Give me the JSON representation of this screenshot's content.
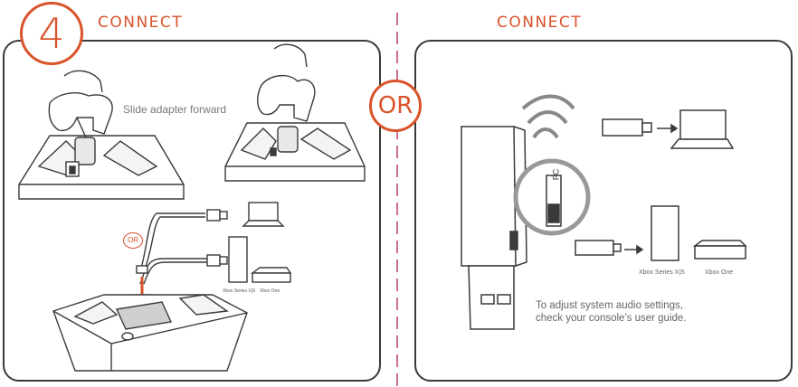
{
  "step": {
    "number": "4",
    "title": "CONNECT"
  },
  "right_title": "CONNECT",
  "or_main": "OR",
  "or_small": "OR",
  "left_panel": {
    "slide_caption": "Slide adapter forward",
    "label_series": "Xbox Series X|S",
    "label_one": "Xbox One"
  },
  "right_panel": {
    "pc_label": "PC",
    "label_series": "Xbox Series X|S",
    "label_one": "Xbox One",
    "note_line1": "To adjust system audio settings,",
    "note_line2": "check your console's user guide."
  },
  "colors": {
    "accent": "#d9532b",
    "line": "#3a3a3a",
    "divider": "#c0406a"
  }
}
